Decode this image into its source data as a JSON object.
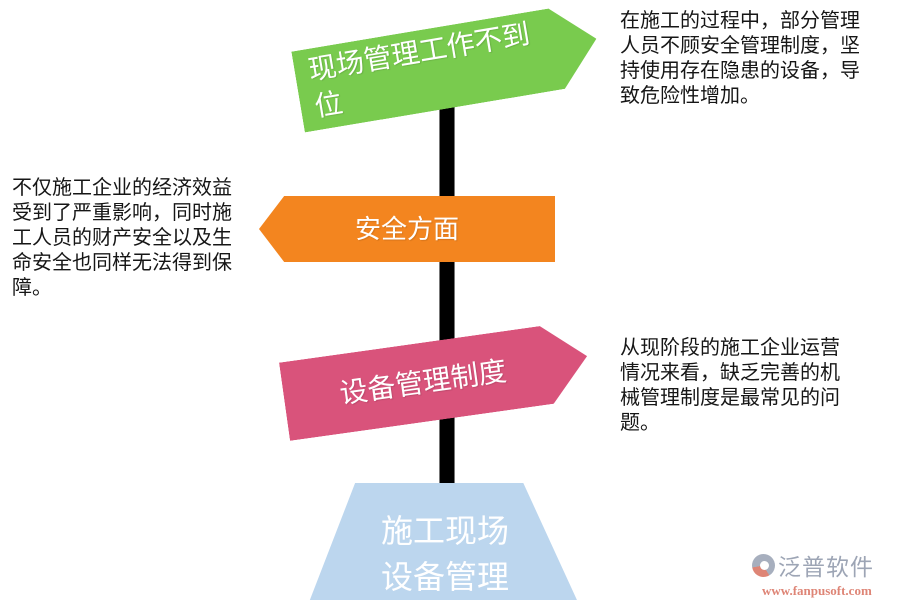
{
  "canvas": {
    "background": "#ffffff"
  },
  "signpost": {
    "pole_color": "#000000",
    "signs": [
      {
        "position": "top",
        "label": "现场管理工作不到位",
        "color": "#79CB4E",
        "points": "right"
      },
      {
        "position": "middle",
        "label": "安全方面",
        "color": "#F3851F",
        "points": "left"
      },
      {
        "position": "bottom",
        "label": "设备管理制度",
        "color": "#D9537B",
        "points": "right"
      }
    ],
    "base": {
      "line1": "施工现场",
      "line2": "设备管理",
      "color": "#BCD6EE"
    }
  },
  "annotations": {
    "right_top": {
      "lines": [
        "在施工的过程中，部分管理",
        "人员不顾安全管理制度，坚",
        "持使用存在隐患的设备，导",
        "致危险性增加。"
      ]
    },
    "left": {
      "lines": [
        "不仅施工企业的经济效益",
        "受到了严重影响，同时施",
        "工人员的财产安全以及生",
        "命安全也同样无法得到保",
        "障。"
      ]
    },
    "right_mid": {
      "lines": [
        "从现阶段的施工企业运营",
        "情况来看，缺乏完善的机",
        "械管理制度是最常见的问",
        "题。"
      ]
    }
  },
  "watermark": {
    "name": "泛普软件",
    "url": "www.fanpusoft.com",
    "name_color": "#8C96A9",
    "url_color": "#D9705F"
  }
}
